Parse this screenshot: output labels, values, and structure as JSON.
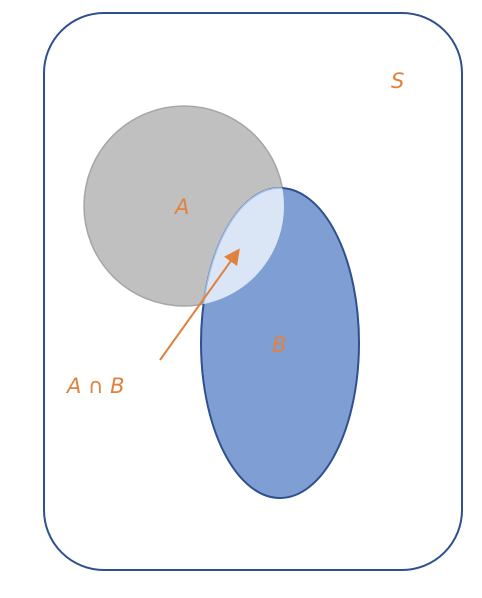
{
  "labels": {
    "universe": "S",
    "set_a": "A",
    "set_b": "B",
    "intersection": "A ∩ B"
  },
  "colors": {
    "label": "#e0823e",
    "universe_stroke": "#2f4f8f",
    "set_a_fill": "#c0c0c0",
    "set_a_stroke": "#a6a6a6",
    "set_b_fill": "#7f9fd4",
    "set_b_stroke": "#2f4f8f",
    "intersection_fill": "#dae5f6",
    "intersection_stroke": "#9fbfe6",
    "arrow": "#e0823e"
  }
}
